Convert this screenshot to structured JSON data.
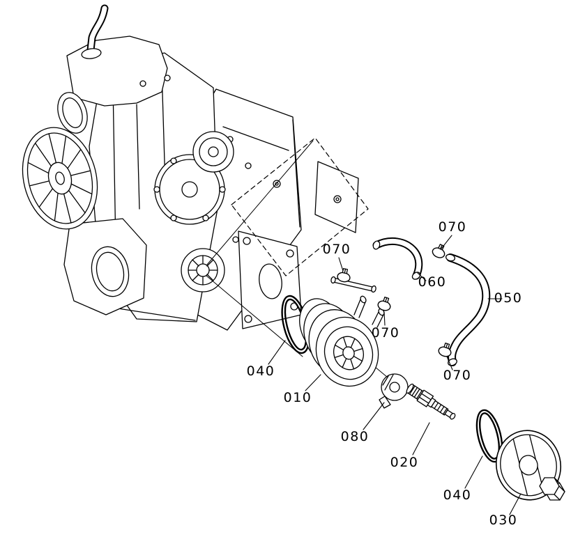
{
  "figure": {
    "background": "#ffffff",
    "ink": "#000000",
    "kind": "exploded-parts-diagram"
  },
  "callouts": [
    {
      "text": "070"
    },
    {
      "text": "070"
    },
    {
      "text": "060"
    },
    {
      "text": "050"
    },
    {
      "text": "070"
    },
    {
      "text": "070"
    },
    {
      "text": "040"
    },
    {
      "text": "010"
    },
    {
      "text": "080"
    },
    {
      "text": "020"
    },
    {
      "text": "040"
    },
    {
      "text": "030"
    }
  ]
}
